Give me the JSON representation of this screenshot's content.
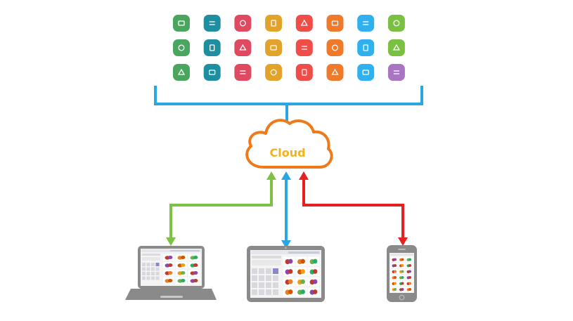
{
  "cloud": {
    "label": "Cloud",
    "color": "#f07a1a",
    "label_color": "#f6b21a"
  },
  "colors": {
    "bracket": "#2aa7e2",
    "arrow_laptop": "#7dc242",
    "arrow_tablet": "#2aa7e2",
    "arrow_phone": "#e62020",
    "device_frame": "#8a8a8a",
    "device_screen_bg": "#f2f2f2"
  },
  "app_grid": {
    "columns": [
      {
        "color": "#4aa65f",
        "icons": [
          "sliders-icon",
          "phone-icon",
          "grid-icon"
        ]
      },
      {
        "color": "#1f8ea0",
        "icons": [
          "credit-card-icon",
          "shield-icon",
          "chart-icon"
        ]
      },
      {
        "color": "#e04a60",
        "icons": [
          "copy-icon",
          "lightning-icon",
          "truck-icon"
        ]
      },
      {
        "color": "#e3a32a",
        "icons": [
          "tag-icon",
          "receipt-icon",
          "text-size-icon"
        ]
      },
      {
        "color": "#f04c48",
        "icons": [
          "tools-icon",
          "calendar-icon",
          "coupon-icon"
        ]
      },
      {
        "color": "#f07a2a",
        "icons": [
          "document-icon",
          "clipboard-icon",
          "printer-icon"
        ]
      },
      {
        "color": "#2fb0ef",
        "icons": [
          "bar-chart-icon",
          "gear-icon",
          "mail-icon"
        ]
      },
      {
        "color": "#79c043",
        "icons": [
          "network-icon",
          "hub-icon",
          "clip-icon"
        ]
      }
    ],
    "last_icon_color": "#a975c2"
  },
  "devices": [
    {
      "kind": "laptop",
      "name": "laptop"
    },
    {
      "kind": "tablet",
      "name": "tablet"
    },
    {
      "kind": "phone",
      "name": "phone"
    }
  ]
}
